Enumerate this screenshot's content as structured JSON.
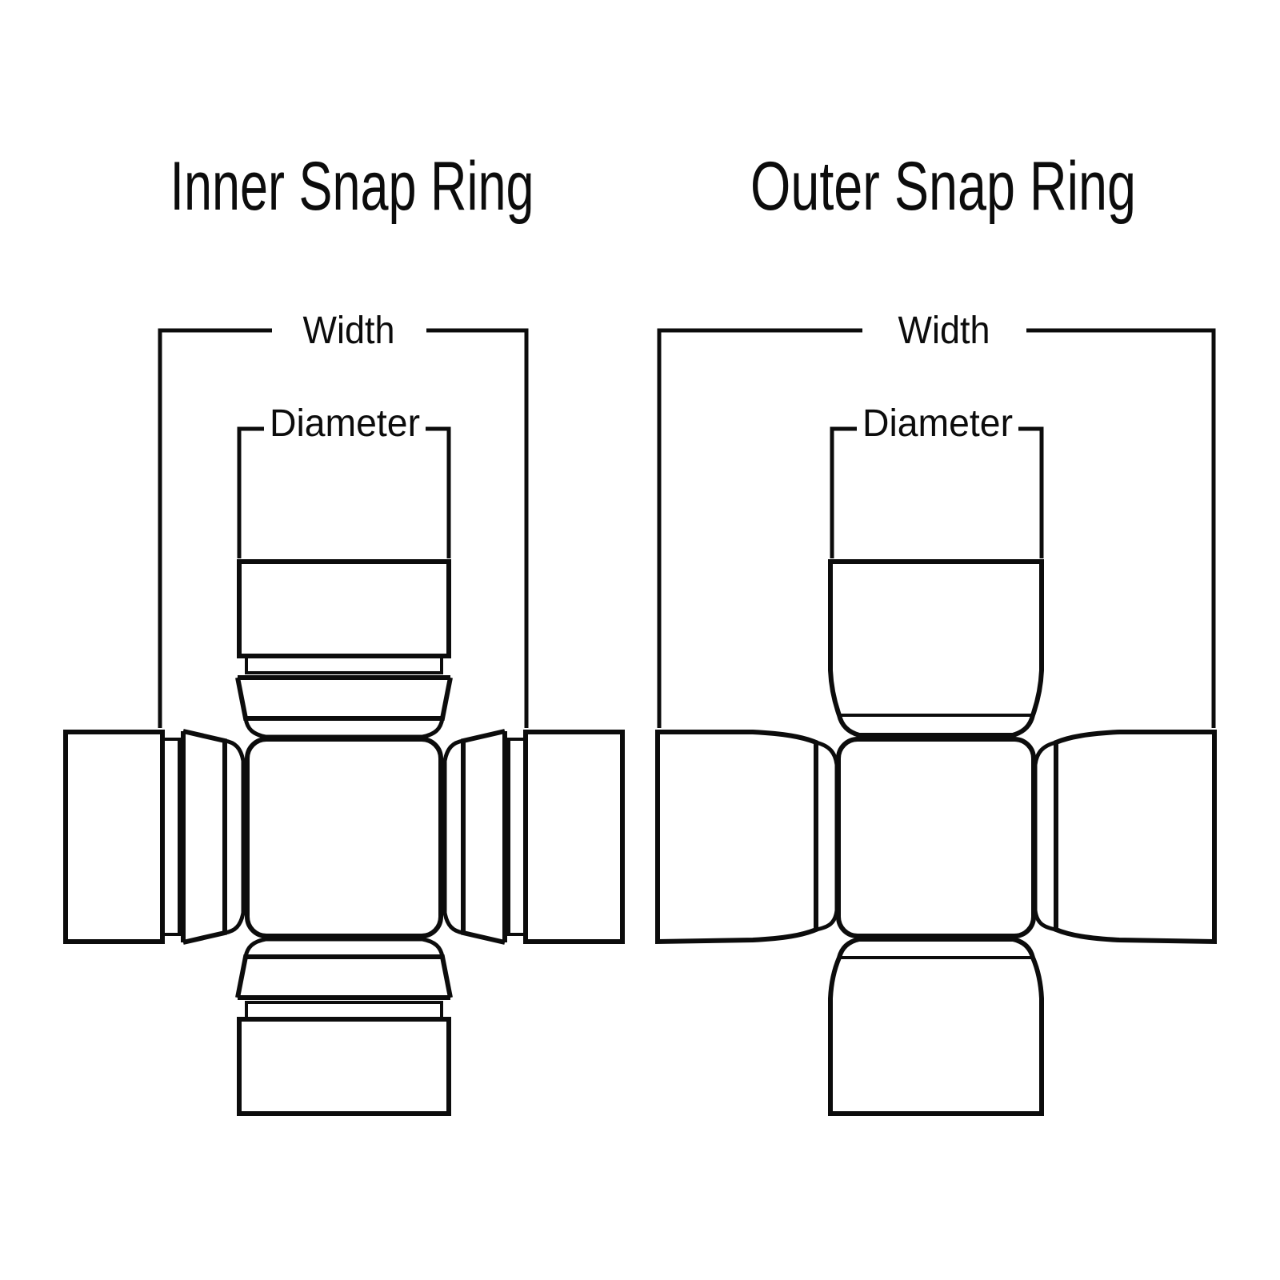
{
  "canvas": {
    "background_color": "#ffffff",
    "line_color": "#0c0c0c"
  },
  "inner_diagram": {
    "title": "Inner Snap Ring",
    "width_label": "Width",
    "diameter_label": "Diameter"
  },
  "outer_diagram": {
    "title": "Outer Snap Ring",
    "width_label": "Width",
    "diameter_label": "Diameter"
  }
}
